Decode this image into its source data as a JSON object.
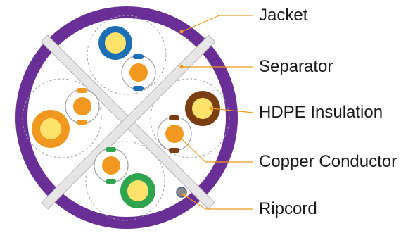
{
  "labels": {
    "jacket": "Jacket",
    "separator": "Separator",
    "insulation": "HDPE Insulation",
    "conductor": "Copper Conductor",
    "ripcord": "Ripcord"
  },
  "colors": {
    "jacket": "#6a2f96",
    "cable_fill": "#ffffff",
    "separator": "#e6e6e6",
    "separator_edge": "#b5b5b5",
    "conductor": "#f0981f",
    "leader_line": "#f0981f",
    "pair_outline": "#a0a0a0",
    "blue": "#1c6fb7",
    "orange": "#f0981f",
    "brown": "#7a3e12",
    "green": "#2ea44f",
    "yellow": "#fde26b",
    "ripcord": "#8a8a8a",
    "text": "#1a1a1a"
  },
  "cable_pairs": [
    {
      "color_name": "blue"
    },
    {
      "color_name": "orange"
    },
    {
      "color_name": "brown"
    },
    {
      "color_name": "green"
    }
  ]
}
